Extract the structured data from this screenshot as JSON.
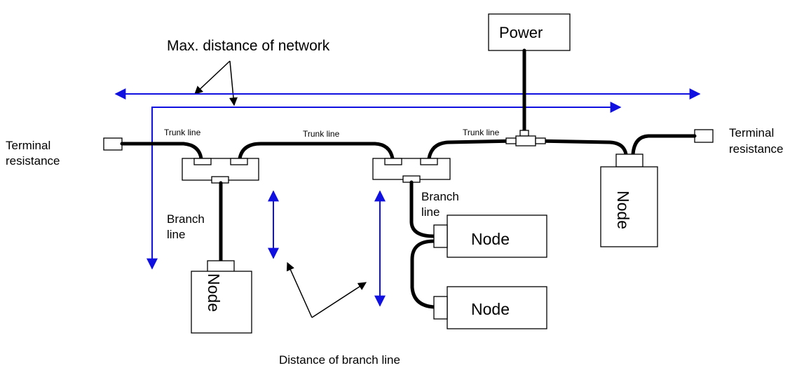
{
  "labels": {
    "max_distance": "Max. distance of network",
    "power": "Power",
    "trunk_line": "Trunk line",
    "terminal_resistance_line1": "Terminal",
    "terminal_resistance_line2": "resistance",
    "branch": "Branch",
    "line": "line",
    "node": "Node",
    "distance_branch": "Distance of branch line"
  },
  "colors": {
    "arrow": "#1010e0",
    "cable": "#000000"
  }
}
